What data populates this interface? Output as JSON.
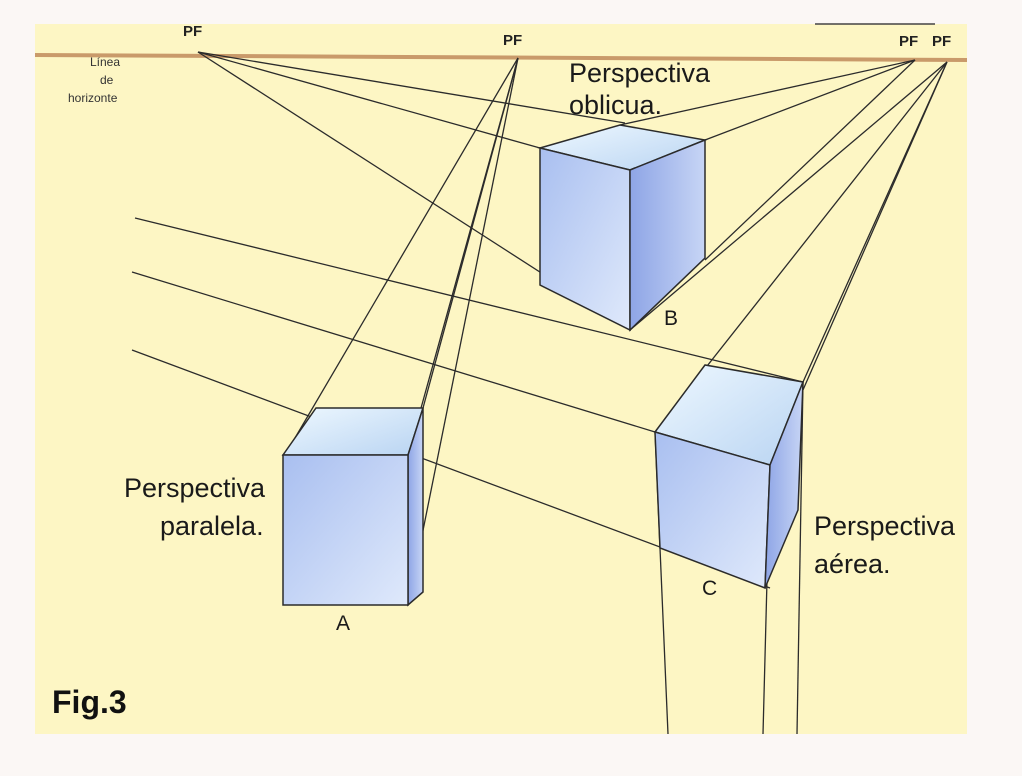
{
  "colors": {
    "paper": "#fdf6c4",
    "horizon": "#c99a6a",
    "line": "#2b2b2b",
    "cube_top": "#dbeefa",
    "cube_front": "#b7c9f4",
    "cube_side": "#9fb3ea"
  },
  "horizon": {
    "label_lines": [
      "Línea",
      "de",
      "horizonte"
    ]
  },
  "vanishing_points": [
    "PF",
    "PF",
    "PF",
    "PF"
  ],
  "captions": {
    "oblique": [
      "Perspectiva",
      "oblicua."
    ],
    "parallel": [
      "Perspectiva",
      "paralela."
    ],
    "aerial": [
      "Perspectiva",
      "aérea."
    ]
  },
  "cube_labels": {
    "a": "A",
    "b": "B",
    "c": "C"
  },
  "figure_label": "Fig.3"
}
